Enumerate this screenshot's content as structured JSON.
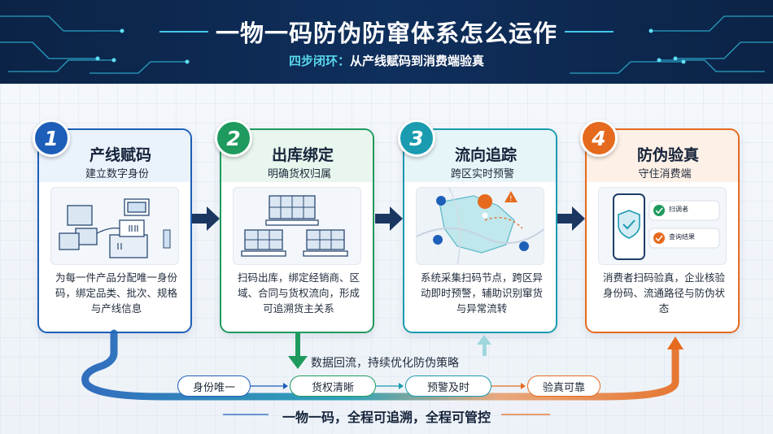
{
  "title": "一物一码防伪防窜体系怎么运作",
  "subtitle_prefix": "四步闭环：",
  "subtitle_rest": "从产线赋码到消费端验真",
  "steps": [
    {
      "num": "1",
      "name": "产线赋码",
      "tag": "建立数字身份",
      "desc": "为每一件产品分配唯一身份码，绑定品类、批次、规格与产线信息",
      "color": "#1d5fb8",
      "head_bg": "#eaf2fc"
    },
    {
      "num": "2",
      "name": "出库绑定",
      "tag": "明确货权归属",
      "desc": "扫码出库，绑定经销商、区域、合同与货权流向，形成可追溯货主关系",
      "color": "#1f9a5e",
      "head_bg": "#e8f6ee"
    },
    {
      "num": "3",
      "name": "流向追踪",
      "tag": "跨区实时预警",
      "desc": "系统采集扫码节点，跨区异动即时预警，辅助识别窜货与异常流转",
      "color": "#1a9bb0",
      "head_bg": "#e6f5f8"
    },
    {
      "num": "4",
      "name": "防伪验真",
      "tag": "守住消费端",
      "desc": "消费者扫码验真，企业核验身份码、流通路径与防伪状态",
      "color": "#e56a1e",
      "head_bg": "#fdf0e6"
    }
  ],
  "phone": {
    "row1": "扫调者",
    "row2": "查询结果"
  },
  "feedback": "数据回流，持续优化防伪策略",
  "pills": [
    "身份唯一",
    "货权清晰",
    "预警及时",
    "验真可靠"
  ],
  "footer": "一物一码，全程可追溯，全程可管控",
  "colors": {
    "navy": "#0b2346",
    "cyan": "#3fc9e8",
    "blue": "#1d5fb8",
    "green": "#1f9a5e",
    "teal": "#1a9bb0",
    "orange": "#e56a1e"
  }
}
